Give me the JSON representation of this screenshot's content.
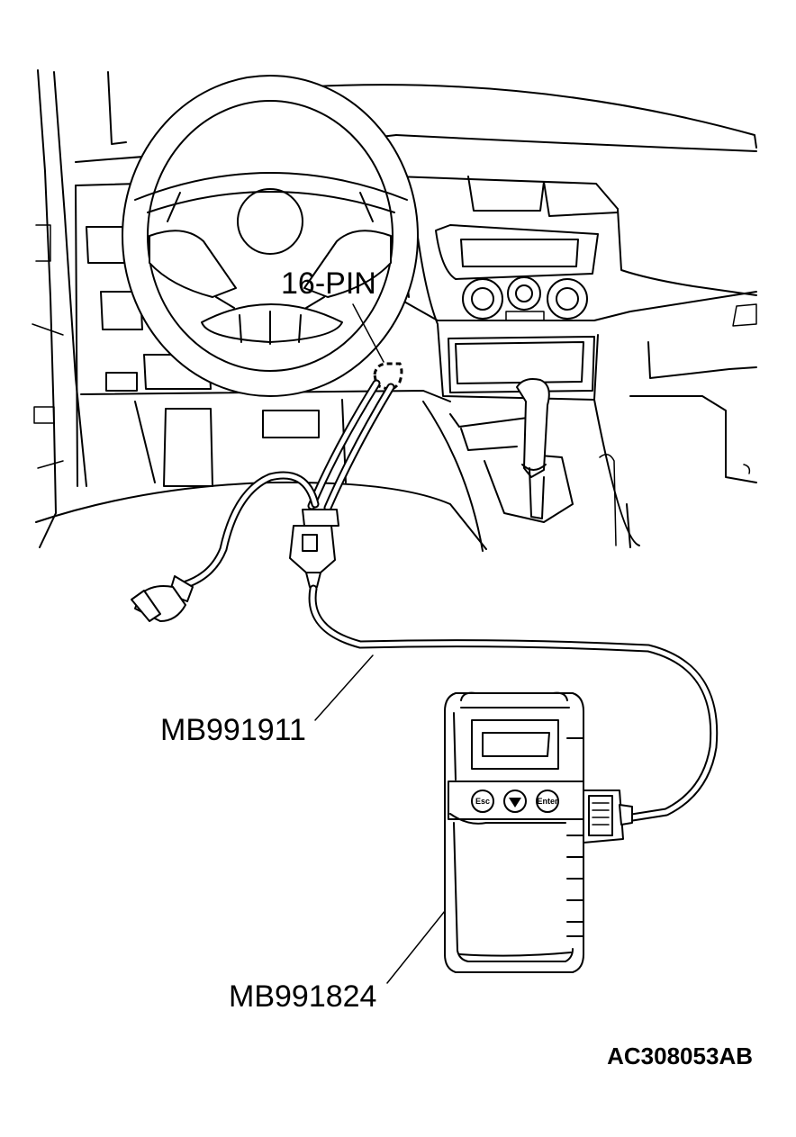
{
  "labels": {
    "connector": "16-PIN",
    "cable": "MB991911",
    "tester": "MB991824",
    "figure_code": "AC308053AB"
  },
  "tester_buttons": [
    "Esc",
    "▼",
    "Enter"
  ]
}
